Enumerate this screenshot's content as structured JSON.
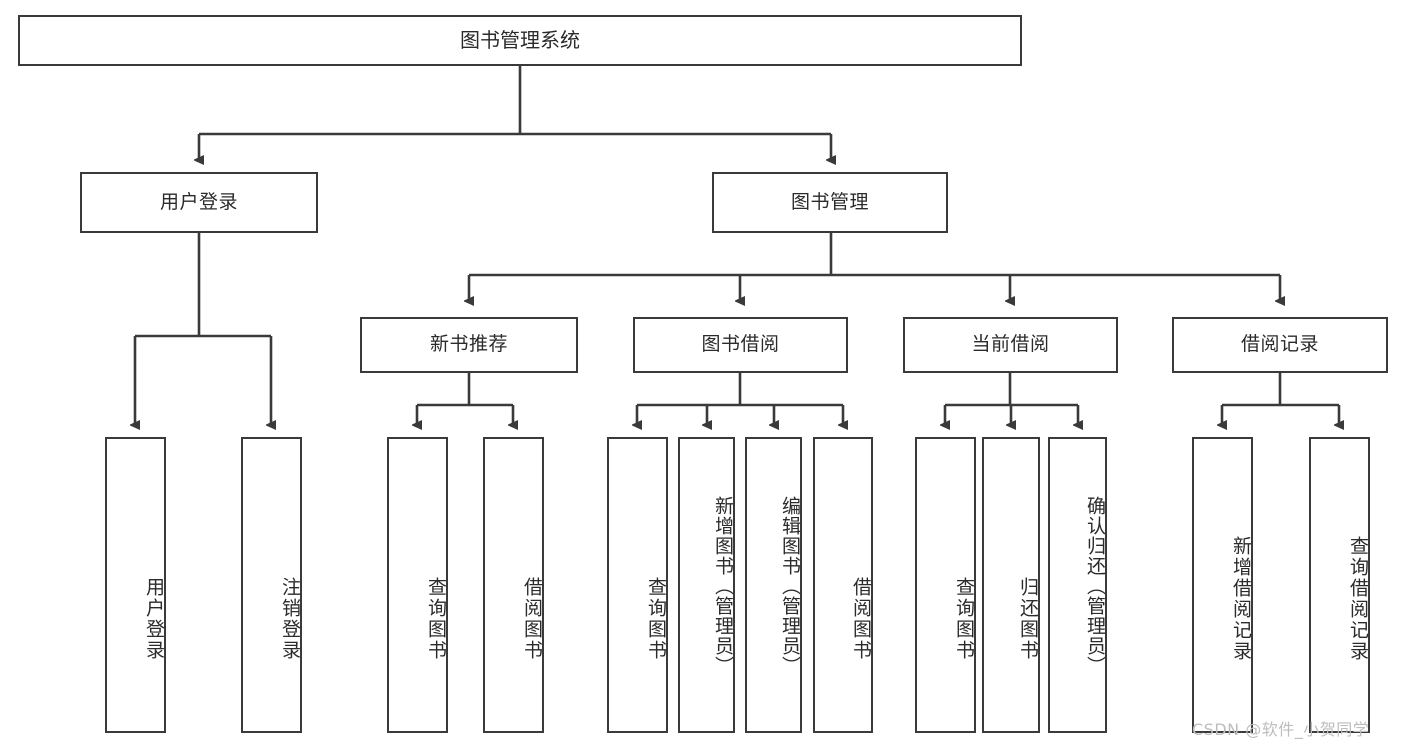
{
  "diagram": {
    "title": "图书管理系统",
    "type": "hierarchy-tree",
    "levels": 4,
    "root": {
      "label": "图书管理系统"
    },
    "level2": [
      {
        "label": "用户登录"
      },
      {
        "label": "图书管理"
      }
    ],
    "level3": [
      {
        "label": "新书推荐"
      },
      {
        "label": "图书借阅"
      },
      {
        "label": "当前借阅"
      },
      {
        "label": "借阅记录"
      }
    ],
    "leaves": {
      "user_login": [
        {
          "label": "用户登录"
        },
        {
          "label": "注销登录"
        }
      ],
      "new_book_recommend": [
        {
          "label": "查询图书"
        },
        {
          "label": "借阅图书"
        }
      ],
      "book_borrow": [
        {
          "label": "查询图书"
        },
        {
          "label": "新增图书（管理员）"
        },
        {
          "label": "编辑图书（管理员）"
        },
        {
          "label": "借阅图书"
        }
      ],
      "current_borrow": [
        {
          "label": "查询图书"
        },
        {
          "label": "归还图书"
        },
        {
          "label": "确认归还（管理员）"
        }
      ],
      "borrow_record": [
        {
          "label": "新增借阅记录"
        },
        {
          "label": "查询借阅记录"
        }
      ]
    }
  },
  "watermark": {
    "text": "CSDN @软件_小贺同学"
  },
  "colors": {
    "background": "#ffffff",
    "box_border": "#3a3a3a",
    "box_fill": "#ffffff",
    "text": "#2b2b2b",
    "edge": "#3a3a3a",
    "watermark": "#bdbdbd"
  }
}
